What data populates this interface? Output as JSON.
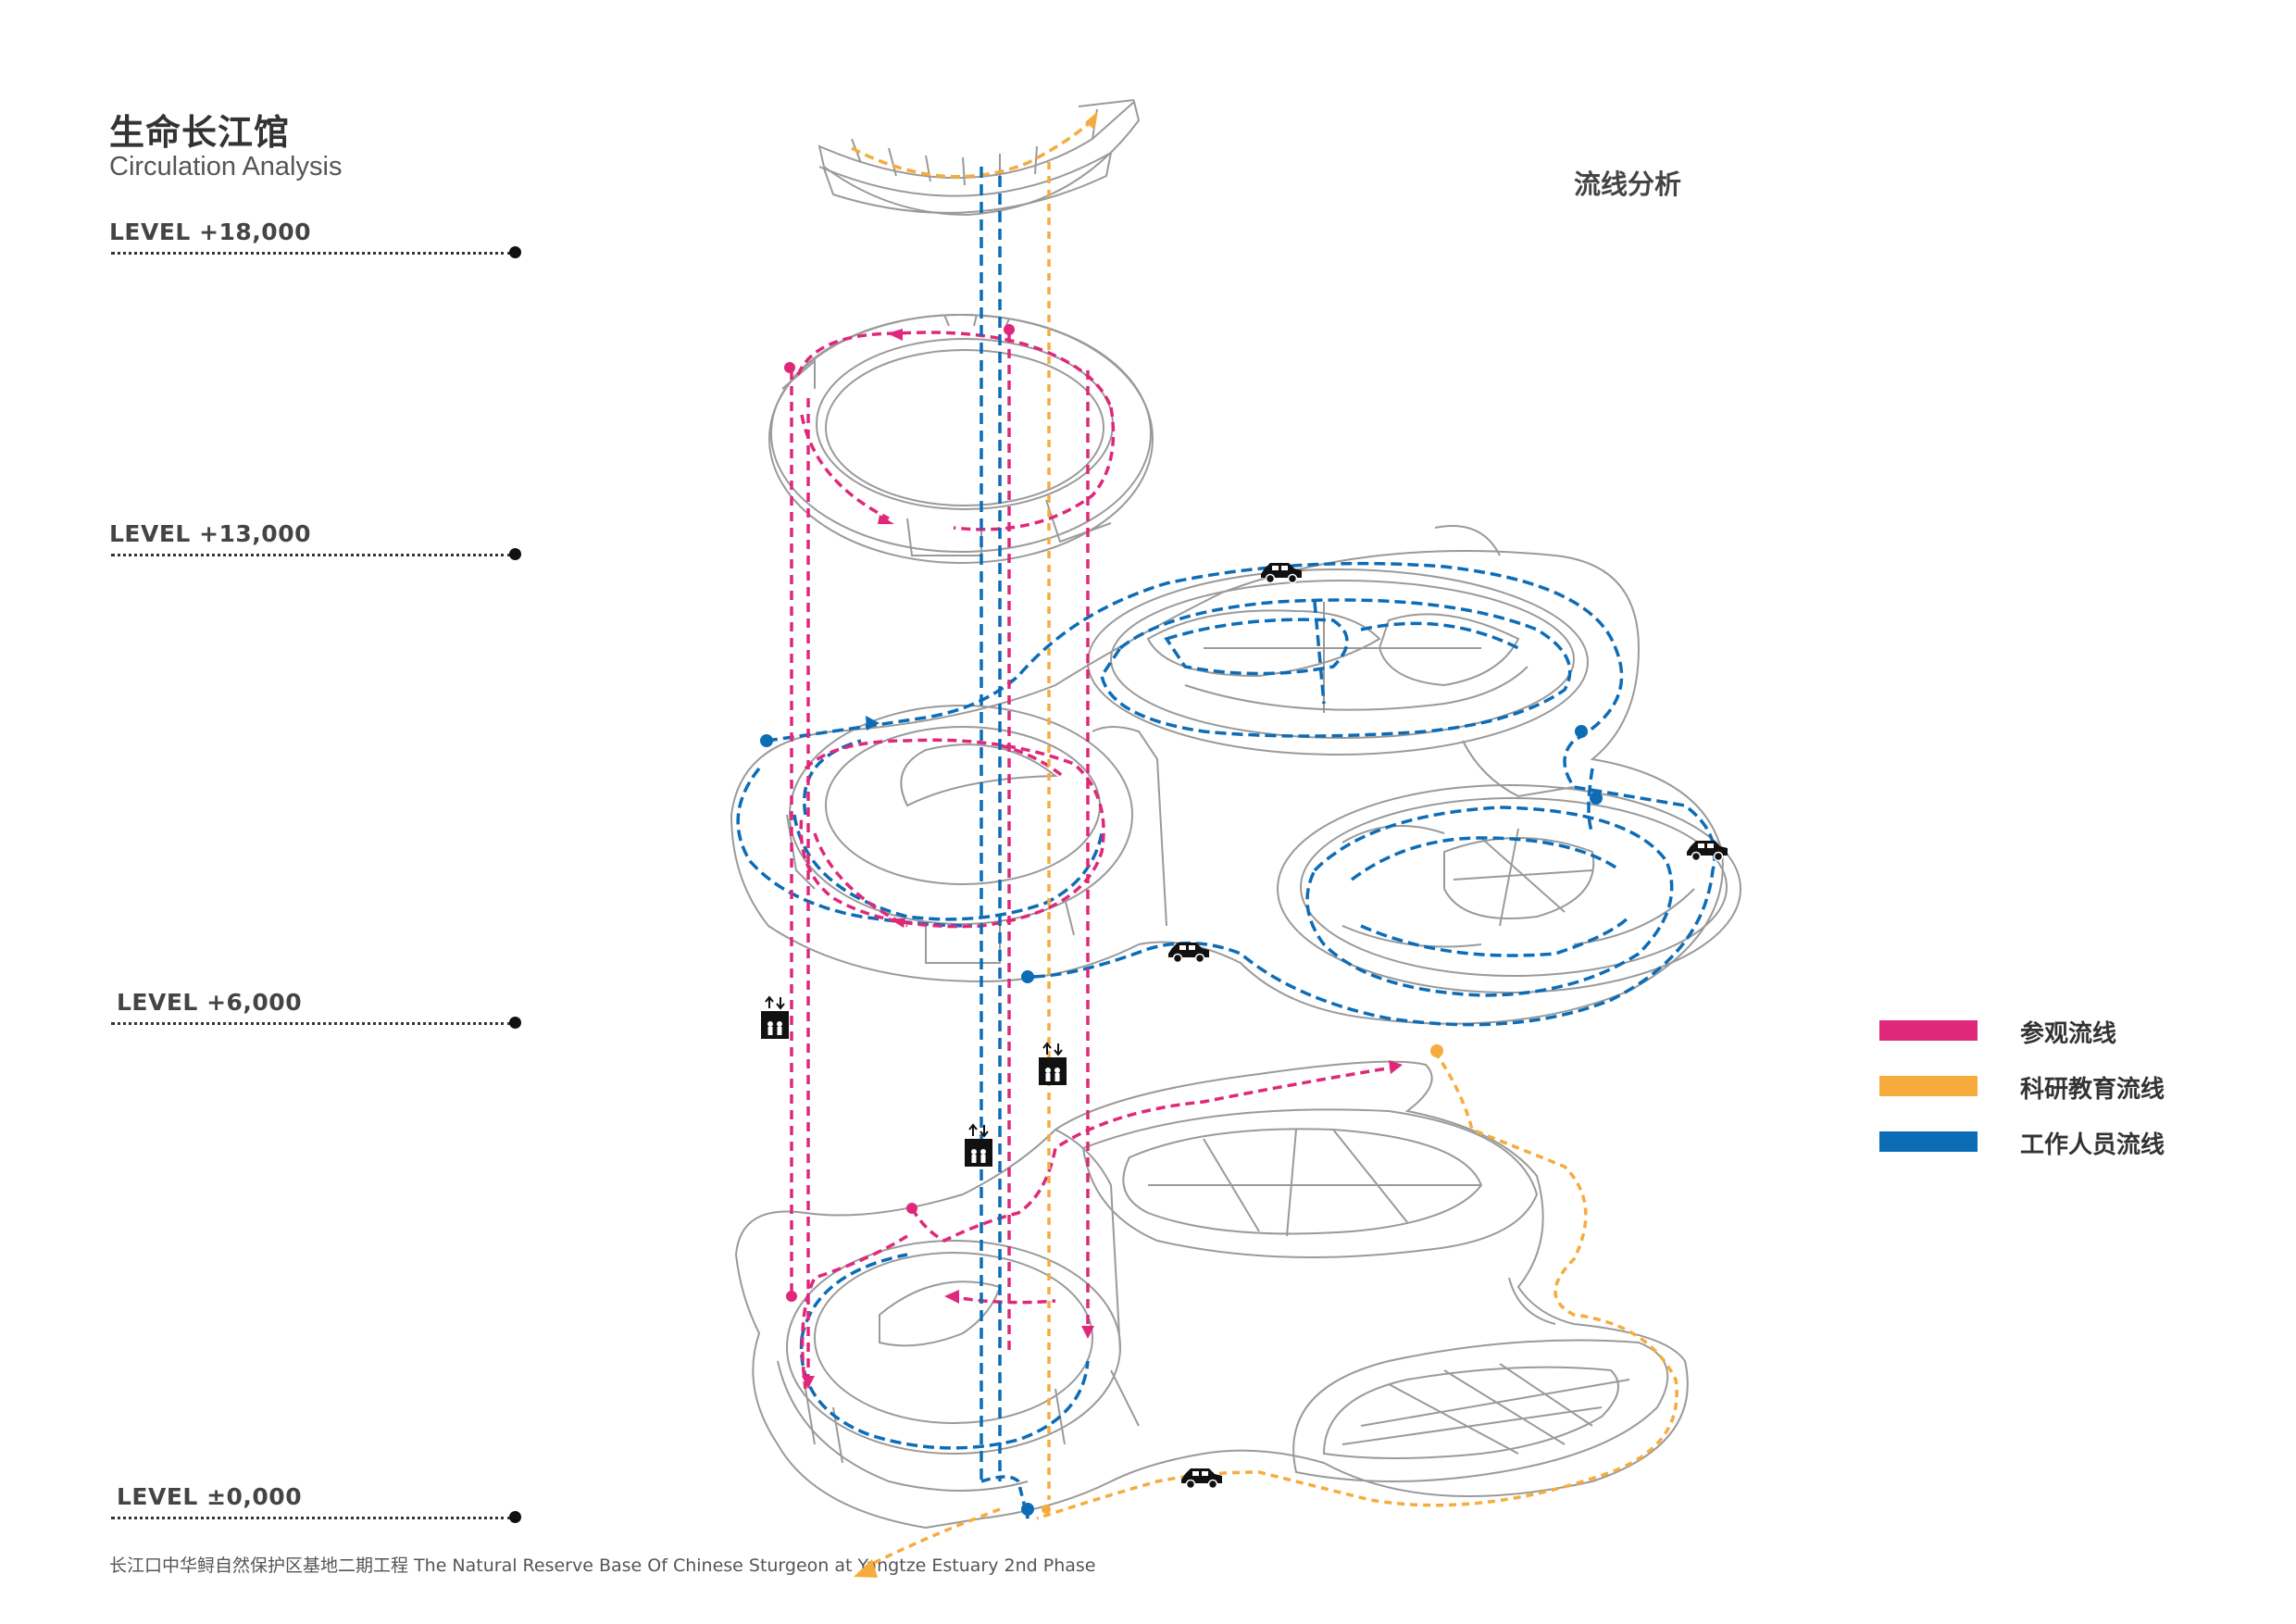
{
  "header": {
    "title_cn": "生命长江馆",
    "title_en": "Circulation Analysis"
  },
  "diagram_title": "流线分析",
  "levels": [
    {
      "label": "LEVEL +18,000"
    },
    {
      "label": "LEVEL +13,000"
    },
    {
      "label": "LEVEL +6,000"
    },
    {
      "label": "LEVEL ±0,000"
    }
  ],
  "legend": [
    {
      "label": "参观流线",
      "color": "#e0287a"
    },
    {
      "label": "科研教育流线",
      "color": "#f5ac3d"
    },
    {
      "label": "工作人员流线",
      "color": "#0d6cb6"
    }
  ],
  "icons": {
    "elevator": "elevator-icon",
    "vehicle": "car-icon"
  },
  "footer": {
    "text": "长江口中华鲟自然保护区基地二期工程    The Natural Reserve Base Of Chinese Sturgeon at Yangtze Estuary 2nd Phase"
  }
}
